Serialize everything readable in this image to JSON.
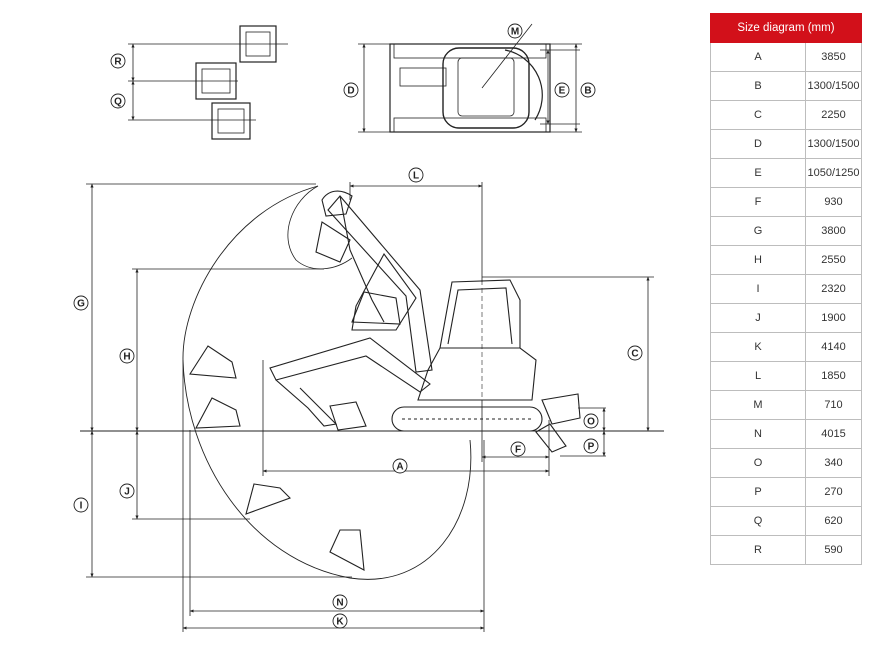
{
  "table": {
    "header": "Size diagram (mm)",
    "rows": [
      {
        "key": "A",
        "value": "3850"
      },
      {
        "key": "B",
        "value": "1300/1500"
      },
      {
        "key": "C",
        "value": "2250"
      },
      {
        "key": "D",
        "value": "1300/1500"
      },
      {
        "key": "E",
        "value": "1050/1250"
      },
      {
        "key": "F",
        "value": "930"
      },
      {
        "key": "G",
        "value": "3800"
      },
      {
        "key": "H",
        "value": "2550"
      },
      {
        "key": "I",
        "value": "2320"
      },
      {
        "key": "J",
        "value": "1900"
      },
      {
        "key": "K",
        "value": "4140"
      },
      {
        "key": "L",
        "value": "1850"
      },
      {
        "key": "M",
        "value": "710"
      },
      {
        "key": "N",
        "value": "4015"
      },
      {
        "key": "O",
        "value": "340"
      },
      {
        "key": "P",
        "value": "270"
      },
      {
        "key": "Q",
        "value": "620"
      },
      {
        "key": "R",
        "value": "590"
      }
    ]
  },
  "labels": {
    "A": "A",
    "B": "B",
    "C": "C",
    "D": "D",
    "E": "E",
    "F": "F",
    "G": "G",
    "H": "H",
    "I": "I",
    "J": "J",
    "K": "K",
    "L": "L",
    "M": "M",
    "N": "N",
    "O": "O",
    "P": "P",
    "Q": "Q",
    "R": "R"
  },
  "colors": {
    "header_bg": "#d2101a",
    "line": "#222222"
  }
}
